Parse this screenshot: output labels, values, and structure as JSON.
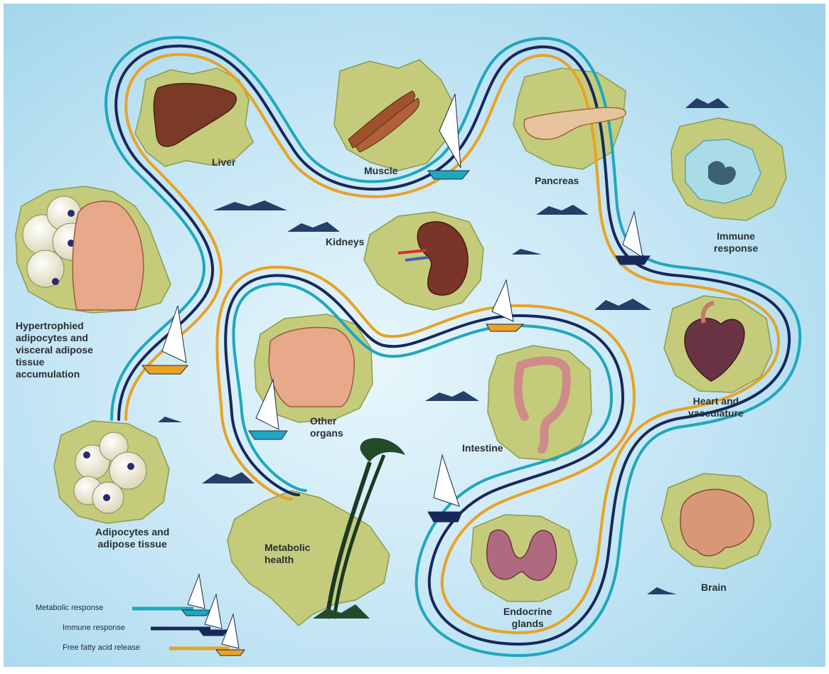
{
  "labels": {
    "liver": "Liver",
    "muscle": "Muscle",
    "pancreas": "Pancreas",
    "immune": "Immune\nresponse",
    "kidneys": "Kidneys",
    "hypertrophied": "Hypertrophied\nadipocytes and\nvisceral adipose\ntissue\naccumulation",
    "other_organs": "Other\norgans",
    "intestine": "Intestine",
    "heart": "Heart and\nvasculature",
    "adipocytes": "Adipocytes and\nadipose tissue",
    "metabolic_health": "Metabolic\nhealth",
    "endocrine": "Endocrine\nglands",
    "brain": "Brain"
  },
  "legend": {
    "metabolic": "Metabolic response",
    "immune": "Immune response",
    "ffa": "Free fatty acid release"
  },
  "colors": {
    "sea": "#bfe3f3",
    "island": "#c4cc7c",
    "island_edge": "#8d9a4c",
    "metabolic_stream": "#1ea7bf",
    "immune_stream": "#17285c",
    "ffa_stream": "#e8a224",
    "rock": "#233f6a"
  },
  "icons": [
    "liver-icon",
    "muscle-icon",
    "pancreas-icon",
    "immune-cell-icon",
    "kidney-icon",
    "torso-icon",
    "intestine-icon",
    "heart-icon",
    "adipocyte-icon",
    "palm-tree-icon",
    "thyroid-icon",
    "brain-icon",
    "sailboat-icon",
    "rock-icon"
  ]
}
